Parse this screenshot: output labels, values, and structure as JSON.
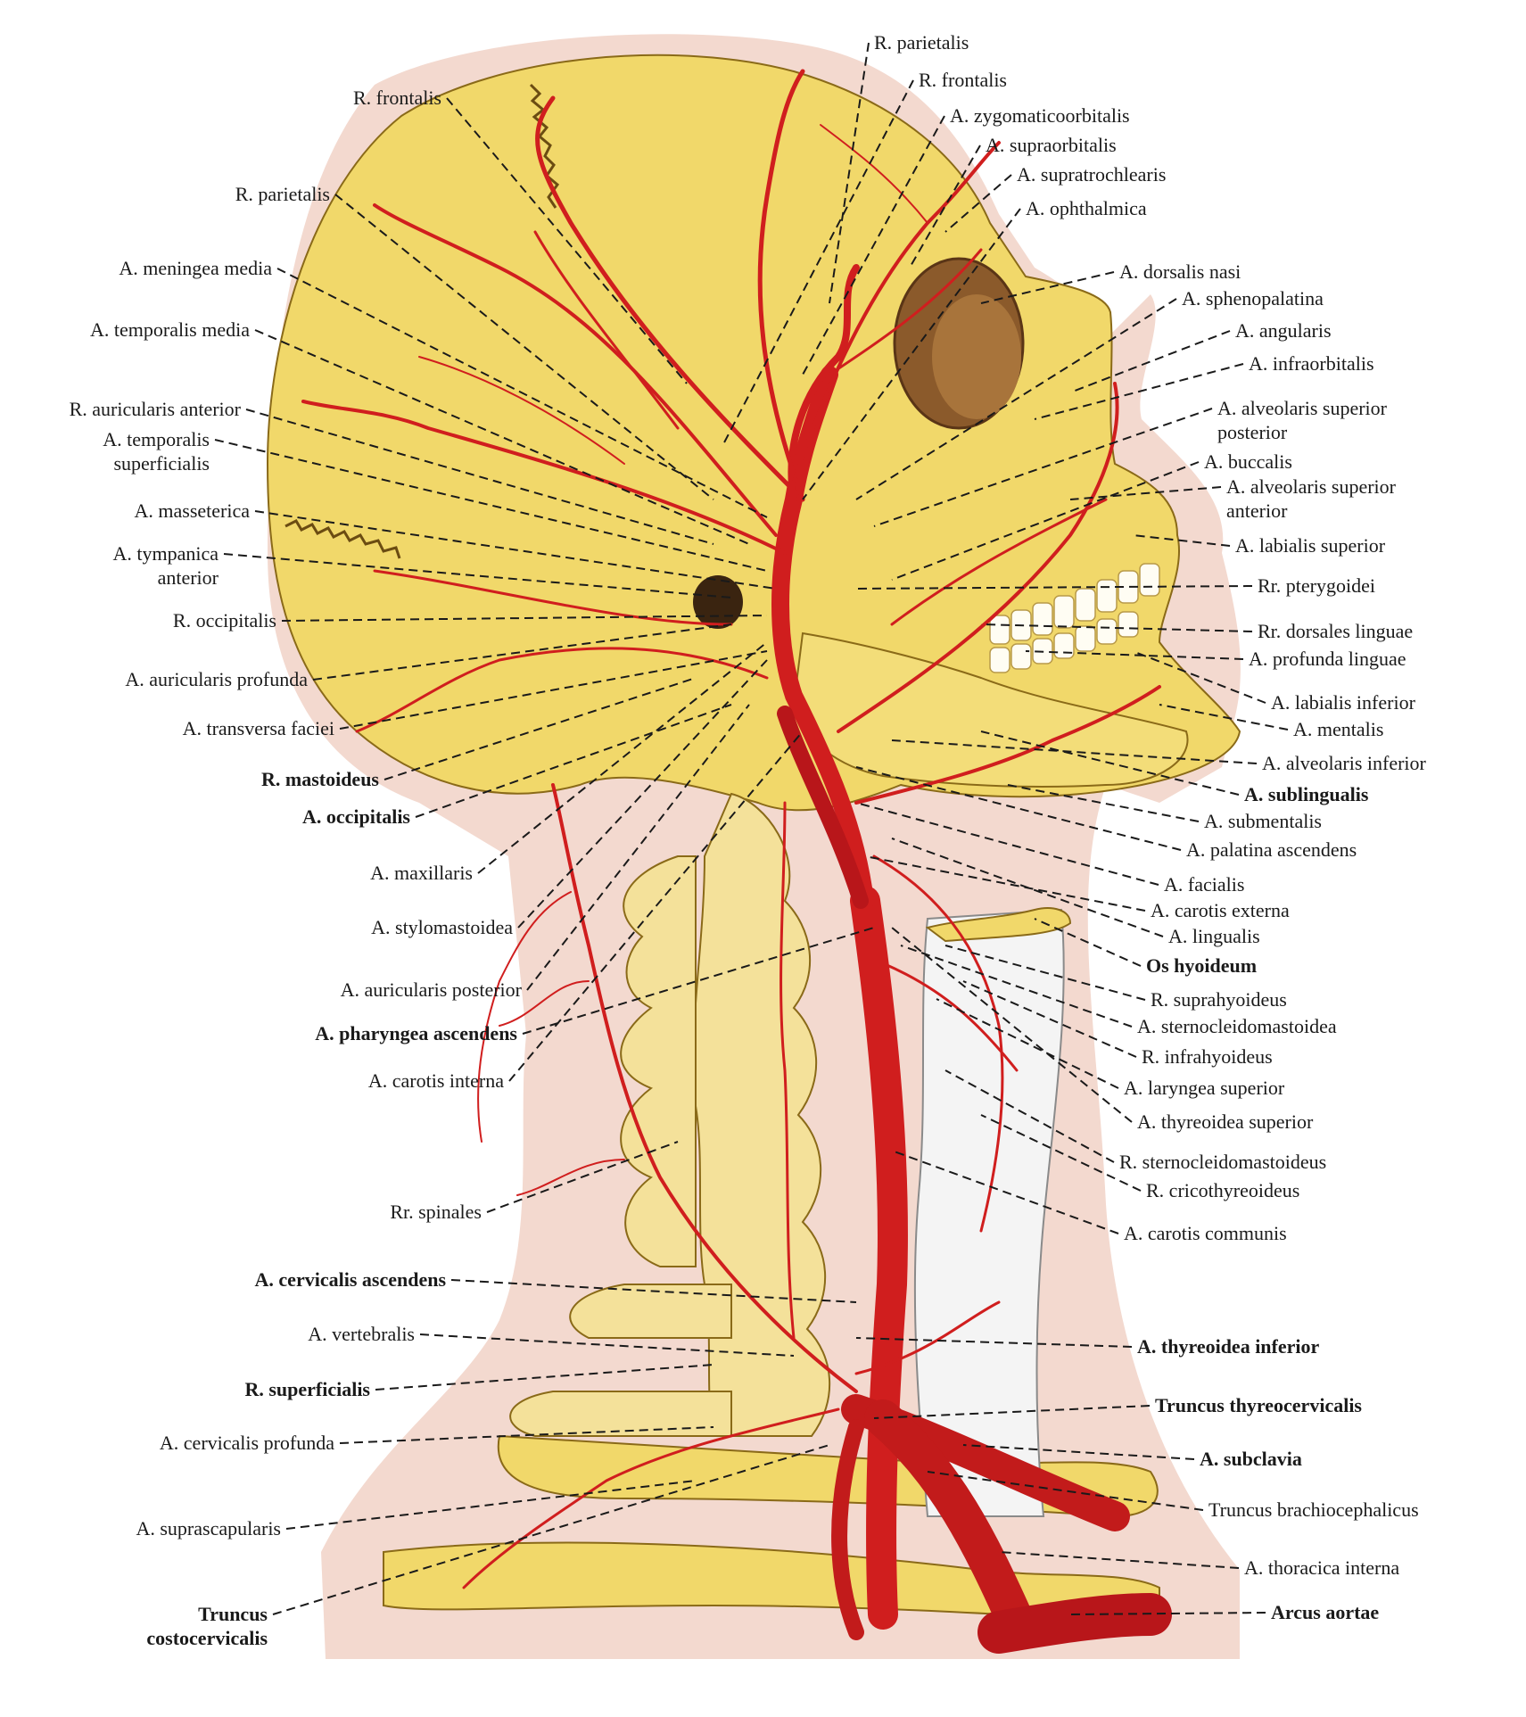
{
  "labels_right": [
    {
      "id": "r-parietalis-top",
      "lines": [
        "R. parietalis"
      ],
      "bold": false
    },
    {
      "id": "r-frontalis-top",
      "lines": [
        "R. frontalis"
      ],
      "bold": false
    },
    {
      "id": "a-zygomaticoorbitalis",
      "lines": [
        "A. zygomaticoorbitalis"
      ],
      "bold": false
    },
    {
      "id": "a-supraorbitalis",
      "lines": [
        "A. supraorbitalis"
      ],
      "bold": false
    },
    {
      "id": "a-supratrochlearis",
      "lines": [
        "A. supratrochlearis"
      ],
      "bold": false
    },
    {
      "id": "a-ophthalmica",
      "lines": [
        "A. ophthalmica"
      ],
      "bold": false
    },
    {
      "id": "a-dorsalis-nasi",
      "lines": [
        "A. dorsalis nasi"
      ],
      "bold": false
    },
    {
      "id": "a-sphenopalatina",
      "lines": [
        "A. sphenopalatina"
      ],
      "bold": false
    },
    {
      "id": "a-angularis",
      "lines": [
        "A. angularis"
      ],
      "bold": false
    },
    {
      "id": "a-infraorbitalis",
      "lines": [
        "A. infraorbitalis"
      ],
      "bold": false
    },
    {
      "id": "a-alveolaris-superior-posterior",
      "lines": [
        "A. alveolaris superior",
        "posterior"
      ],
      "bold": false
    },
    {
      "id": "a-buccalis",
      "lines": [
        "A. buccalis"
      ],
      "bold": false
    },
    {
      "id": "a-alveolaris-superior-anterior",
      "lines": [
        "A. alveolaris superior",
        "anterior"
      ],
      "bold": false
    },
    {
      "id": "a-labialis-superior",
      "lines": [
        "A. labialis superior"
      ],
      "bold": false
    },
    {
      "id": "rr-pterygoidei",
      "lines": [
        "Rr. pterygoidei"
      ],
      "bold": false
    },
    {
      "id": "rr-dorsales-linguae",
      "lines": [
        "Rr. dorsales linguae"
      ],
      "bold": false
    },
    {
      "id": "a-profunda-linguae",
      "lines": [
        "A. profunda linguae"
      ],
      "bold": false
    },
    {
      "id": "a-labialis-inferior",
      "lines": [
        "A. labialis inferior"
      ],
      "bold": false
    },
    {
      "id": "a-mentalis",
      "lines": [
        "A. mentalis"
      ],
      "bold": false
    },
    {
      "id": "a-alveolaris-inferior",
      "lines": [
        "A. alveolaris inferior"
      ],
      "bold": false
    },
    {
      "id": "a-sublingualis",
      "lines": [
        "A. sublingualis"
      ],
      "bold": true
    },
    {
      "id": "a-submentalis",
      "lines": [
        "A. submentalis"
      ],
      "bold": false
    },
    {
      "id": "a-palatina-ascendens",
      "lines": [
        "A. palatina ascendens"
      ],
      "bold": false
    },
    {
      "id": "a-facialis",
      "lines": [
        "A. facialis"
      ],
      "bold": false
    },
    {
      "id": "a-carotis-externa",
      "lines": [
        "A. carotis externa"
      ],
      "bold": false
    },
    {
      "id": "a-lingualis",
      "lines": [
        "A. lingualis"
      ],
      "bold": false
    },
    {
      "id": "os-hyoideum",
      "lines": [
        "Os hyoideum"
      ],
      "bold": true
    },
    {
      "id": "r-suprahyoideus",
      "lines": [
        "R. suprahyoideus"
      ],
      "bold": false
    },
    {
      "id": "a-sternocleidomastoidea",
      "lines": [
        "A. sternocleidomastoidea"
      ],
      "bold": false
    },
    {
      "id": "r-infrahyoideus",
      "lines": [
        "R. infrahyoideus"
      ],
      "bold": false
    },
    {
      "id": "a-laryngea-superior",
      "lines": [
        "A. laryngea superior"
      ],
      "bold": false
    },
    {
      "id": "a-thyreoidea-superior",
      "lines": [
        "A. thyreoidea superior"
      ],
      "bold": false
    },
    {
      "id": "r-sternocleidomastoideus",
      "lines": [
        "R. sternocleidomastoideus"
      ],
      "bold": false
    },
    {
      "id": "r-cricothyreoideus",
      "lines": [
        "R. cricothyreoideus"
      ],
      "bold": false
    },
    {
      "id": "a-carotis-communis",
      "lines": [
        "A. carotis communis"
      ],
      "bold": false
    },
    {
      "id": "a-thyreoidea-inferior",
      "lines": [
        "A. thyreoidea inferior"
      ],
      "bold": true
    },
    {
      "id": "truncus-thyreocervicalis",
      "lines": [
        "Truncus thyreocervicalis"
      ],
      "bold": true
    },
    {
      "id": "a-subclavia",
      "lines": [
        "A. subclavia"
      ],
      "bold": true
    },
    {
      "id": "truncus-brachiocephalicus",
      "lines": [
        "Truncus brachiocephalicus"
      ],
      "bold": false
    },
    {
      "id": "a-thoracica-interna",
      "lines": [
        "A. thoracica interna"
      ],
      "bold": false
    },
    {
      "id": "arcus-aortae",
      "lines": [
        "Arcus aortae"
      ],
      "bold": true
    }
  ],
  "labels_left": [
    {
      "id": "r-frontalis-left",
      "lines": [
        "R. frontalis"
      ],
      "bold": false
    },
    {
      "id": "r-parietalis-left",
      "lines": [
        "R. parietalis"
      ],
      "bold": false
    },
    {
      "id": "a-meningea-media",
      "lines": [
        "A. meningea media"
      ],
      "bold": false
    },
    {
      "id": "a-temporalis-media",
      "lines": [
        "A. temporalis media"
      ],
      "bold": false
    },
    {
      "id": "r-auricularis-anterior",
      "lines": [
        "R. auricularis anterior"
      ],
      "bold": false
    },
    {
      "id": "a-temporalis-superficialis",
      "lines": [
        "A. temporalis",
        "superficialis"
      ],
      "bold": false
    },
    {
      "id": "a-masseterica",
      "lines": [
        "A. masseterica"
      ],
      "bold": false
    },
    {
      "id": "a-tympanica-anterior",
      "lines": [
        "A. tympanica",
        "anterior"
      ],
      "bold": false
    },
    {
      "id": "r-occipitalis",
      "lines": [
        "R. occipitalis"
      ],
      "bold": false
    },
    {
      "id": "a-auricularis-profunda",
      "lines": [
        "A. auricularis profunda"
      ],
      "bold": false
    },
    {
      "id": "a-transversa-faciei",
      "lines": [
        "A. transversa faciei"
      ],
      "bold": false
    },
    {
      "id": "r-mastoideus",
      "lines": [
        "R. mastoideus"
      ],
      "bold": true
    },
    {
      "id": "a-occipitalis",
      "lines": [
        "A. occipitalis"
      ],
      "bold": true
    },
    {
      "id": "a-maxillaris",
      "lines": [
        "A. maxillaris"
      ],
      "bold": false
    },
    {
      "id": "a-stylomastoidea",
      "lines": [
        "A. stylomastoidea"
      ],
      "bold": false
    },
    {
      "id": "a-auricularis-posterior",
      "lines": [
        "A. auricularis posterior"
      ],
      "bold": false
    },
    {
      "id": "a-pharyngea-ascendens",
      "lines": [
        "A. pharyngea ascendens"
      ],
      "bold": true
    },
    {
      "id": "a-carotis-interna",
      "lines": [
        "A. carotis interna"
      ],
      "bold": false
    },
    {
      "id": "rr-spinales",
      "lines": [
        "Rr. spinales"
      ],
      "bold": false
    },
    {
      "id": "a-cervicalis-ascendens",
      "lines": [
        "A. cervicalis ascendens"
      ],
      "bold": true
    },
    {
      "id": "a-vertebralis",
      "lines": [
        "A. vertebralis"
      ],
      "bold": false
    },
    {
      "id": "r-superficialis",
      "lines": [
        "R. superficialis"
      ],
      "bold": true
    },
    {
      "id": "a-cervicalis-profunda",
      "lines": [
        "A. cervicalis profunda"
      ],
      "bold": false
    },
    {
      "id": "a-suprascapularis",
      "lines": [
        "A. suprascapularis"
      ],
      "bold": false
    },
    {
      "id": "truncus-costocervicalis",
      "lines": [
        "Truncus",
        "costocervicalis"
      ],
      "bold": true
    }
  ],
  "colors": {
    "skull": "#f1d86a",
    "skull_shadow": "#d9b64a",
    "background_tissue": "#f3d9cf",
    "artery": "#d01e1e",
    "artery_dark": "#a50f12",
    "trachea": "#f4f4f4",
    "leader_line": "#1a1a1a"
  }
}
